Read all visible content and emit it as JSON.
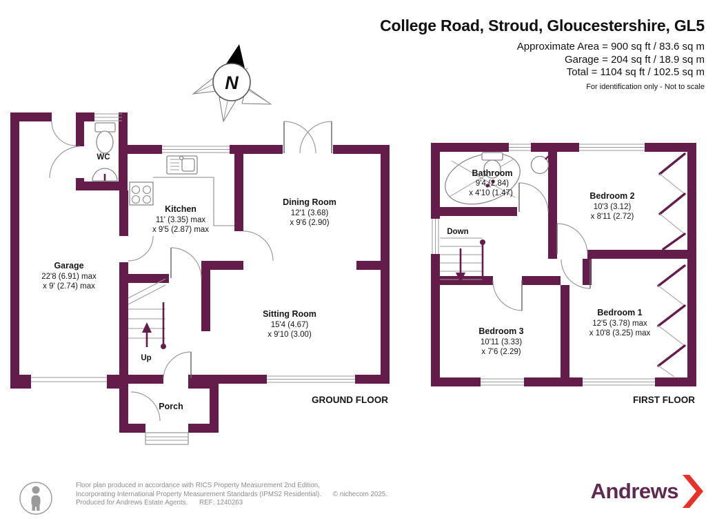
{
  "header": {
    "title": "College Road, Stroud, Gloucestershire, GL5",
    "area_line1": "Approximate Area = 900 sq ft / 83.6 sq m",
    "area_line2": "Garage = 204 sq ft / 18.9 sq m",
    "area_line3": "Total = 1104 sq ft / 102.5 sq m",
    "disclaimer": "For identification only - Not to scale"
  },
  "compass": {
    "north_label": "N"
  },
  "ground_floor": {
    "floor_label": "GROUND FLOOR",
    "rooms": {
      "wc": {
        "name": "WC"
      },
      "kitchen": {
        "name": "Kitchen",
        "dim1": "11' (3.35) max",
        "dim2": "x 9'5 (2.87) max"
      },
      "garage": {
        "name": "Garage",
        "dim1": "22'8 (6.91) max",
        "dim2": "x 9' (2.74) max"
      },
      "dining": {
        "name": "Dining Room",
        "dim1": "12'1 (3.68)",
        "dim2": "x 9'6 (2.90)"
      },
      "sitting": {
        "name": "Sitting Room",
        "dim1": "15'4 (4.67)",
        "dim2": "x 9'10 (3.00)"
      },
      "porch": {
        "name": "Porch"
      },
      "stairs": {
        "label": "Up"
      }
    }
  },
  "first_floor": {
    "floor_label": "FIRST FLOOR",
    "rooms": {
      "bathroom": {
        "name": "Bathroom",
        "dim1": "9'4 (2.84)",
        "dim2": "x 4'10 (1.47)"
      },
      "bedroom2": {
        "name": "Bedroom 2",
        "dim1": "10'3 (3.12)",
        "dim2": "x 8'11 (2.72)"
      },
      "bedroom3": {
        "name": "Bedroom 3",
        "dim1": "10'11 (3.33)",
        "dim2": "x 7'6 (2.29)"
      },
      "bedroom1": {
        "name": "Bedroom 1",
        "dim1": "12'5 (3.78) max",
        "dim2": "x 10'8 (3.25) max"
      },
      "stairs": {
        "label": "Down"
      }
    }
  },
  "footer": {
    "line1": "Floor plan produced in accordance with RICS Property Measurement 2nd Edition,",
    "line2": "Incorporating International Property Measurement Standards (IPMS2 Residential).",
    "copyright": "© nichecom 2025.",
    "line3": "Produced for Andrews Estate Agents.",
    "ref": "REF: 1240263",
    "brand": "Andrews"
  },
  "colors": {
    "wall": "#641d4b",
    "brand_text": "#5f2a50",
    "brand_chevron": "#e63329",
    "footer_text": "#8c8c8c"
  }
}
